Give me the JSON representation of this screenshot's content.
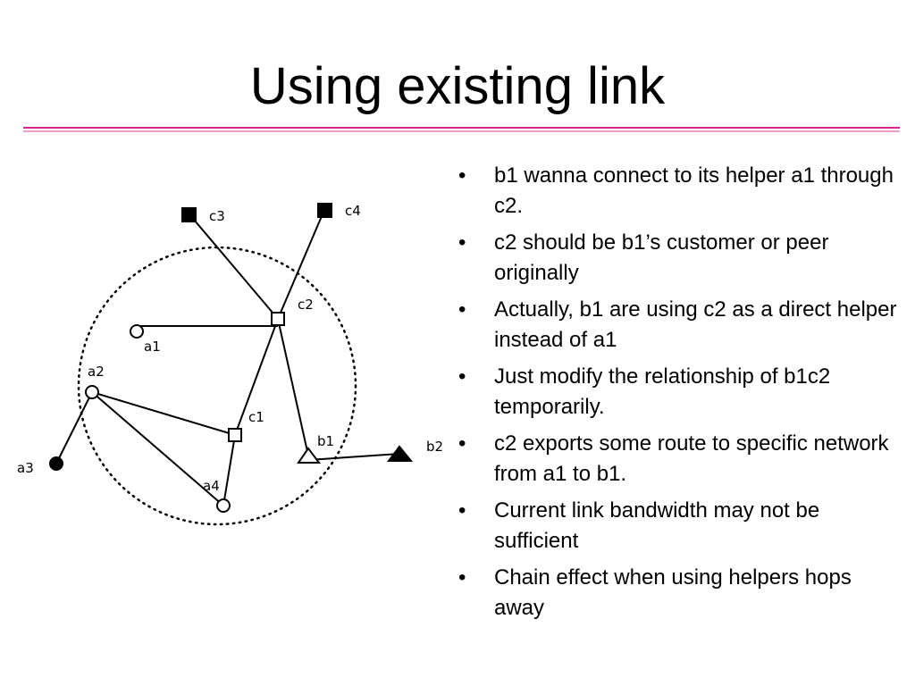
{
  "slide": {
    "title": "Using existing link"
  },
  "colors": {
    "title_rule_primary": "#d9258f",
    "title_rule_secondary": "#e9a0c8",
    "diagram_ink": "#000000"
  },
  "diagram": {
    "nodes": [
      {
        "id": "a1",
        "label": "a1",
        "shape": "open-circle"
      },
      {
        "id": "a2",
        "label": "a2",
        "shape": "open-circle"
      },
      {
        "id": "a3",
        "label": "a3",
        "shape": "filled-circle"
      },
      {
        "id": "a4",
        "label": "a4",
        "shape": "open-circle"
      },
      {
        "id": "b1",
        "label": "b1",
        "shape": "open-triangle"
      },
      {
        "id": "b2",
        "label": "b2",
        "shape": "filled-triangle"
      },
      {
        "id": "c1",
        "label": "c1",
        "shape": "open-square"
      },
      {
        "id": "c2",
        "label": "c2",
        "shape": "open-square"
      },
      {
        "id": "c3",
        "label": "c3",
        "shape": "filled-square"
      },
      {
        "id": "c4",
        "label": "c4",
        "shape": "filled-square"
      }
    ],
    "edges": [
      [
        "c3",
        "c2"
      ],
      [
        "c4",
        "c2"
      ],
      [
        "a1",
        "c2"
      ],
      [
        "c1",
        "c2"
      ],
      [
        "b1",
        "c2"
      ],
      [
        "a2",
        "c1"
      ],
      [
        "a2",
        "a4"
      ],
      [
        "a2",
        "a3"
      ],
      [
        "a4",
        "c1"
      ],
      [
        "b1",
        "b2"
      ]
    ],
    "boundary": "dotted-circle"
  },
  "bullet_marker": "•",
  "bullets": [
    "b1 wanna connect to its helper a1 through c2.",
    "c2 should be b1’s customer or peer originally",
    "Actually, b1 are using c2 as a direct helper instead of a1",
    "Just modify the relationship of b1c2 temporarily.",
    "c2 exports some route to specific network from a1 to b1.",
    "Current link bandwidth may not be sufficient",
    "Chain effect when using helpers hops away"
  ]
}
